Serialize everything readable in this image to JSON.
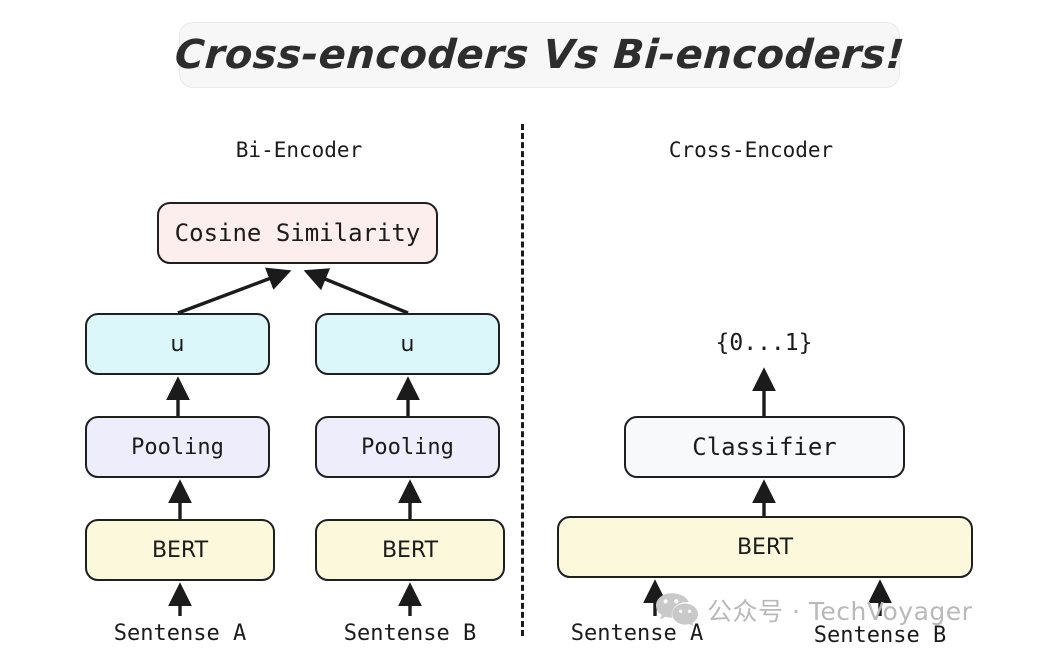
{
  "title": {
    "text": "Cross-encoders Vs Bi-encoders!"
  },
  "sections": {
    "left_header": "Bi-Encoder",
    "right_header": "Cross-Encoder"
  },
  "bi_encoder": {
    "output_node": "Cosine Similarity",
    "branches": [
      {
        "embedding": "u",
        "pooling": "Pooling",
        "encoder": "BERT",
        "input": "Sentense A"
      },
      {
        "embedding": "u",
        "pooling": "Pooling",
        "encoder": "BERT",
        "input": "Sentense B"
      }
    ]
  },
  "cross_encoder": {
    "output_range": "{0...1}",
    "classifier": "Classifier",
    "encoder": "BERT",
    "inputs": [
      "Sentense A",
      "Sentense B"
    ]
  },
  "watermark": {
    "logo": "wechat-icon",
    "text": "公众号 · TechVoyager"
  },
  "colors": {
    "cosine_fill": "#fdeeee",
    "embedding_fill": "#dbf7fa",
    "pooling_fill": "#ededfc",
    "bert_fill": "#fcf8dc",
    "classifier_fill": "#f7f9fb",
    "stroke": "#1f1f1f",
    "title_fill": "#f7f7f8",
    "watermark_color": "#b9b9b9"
  }
}
